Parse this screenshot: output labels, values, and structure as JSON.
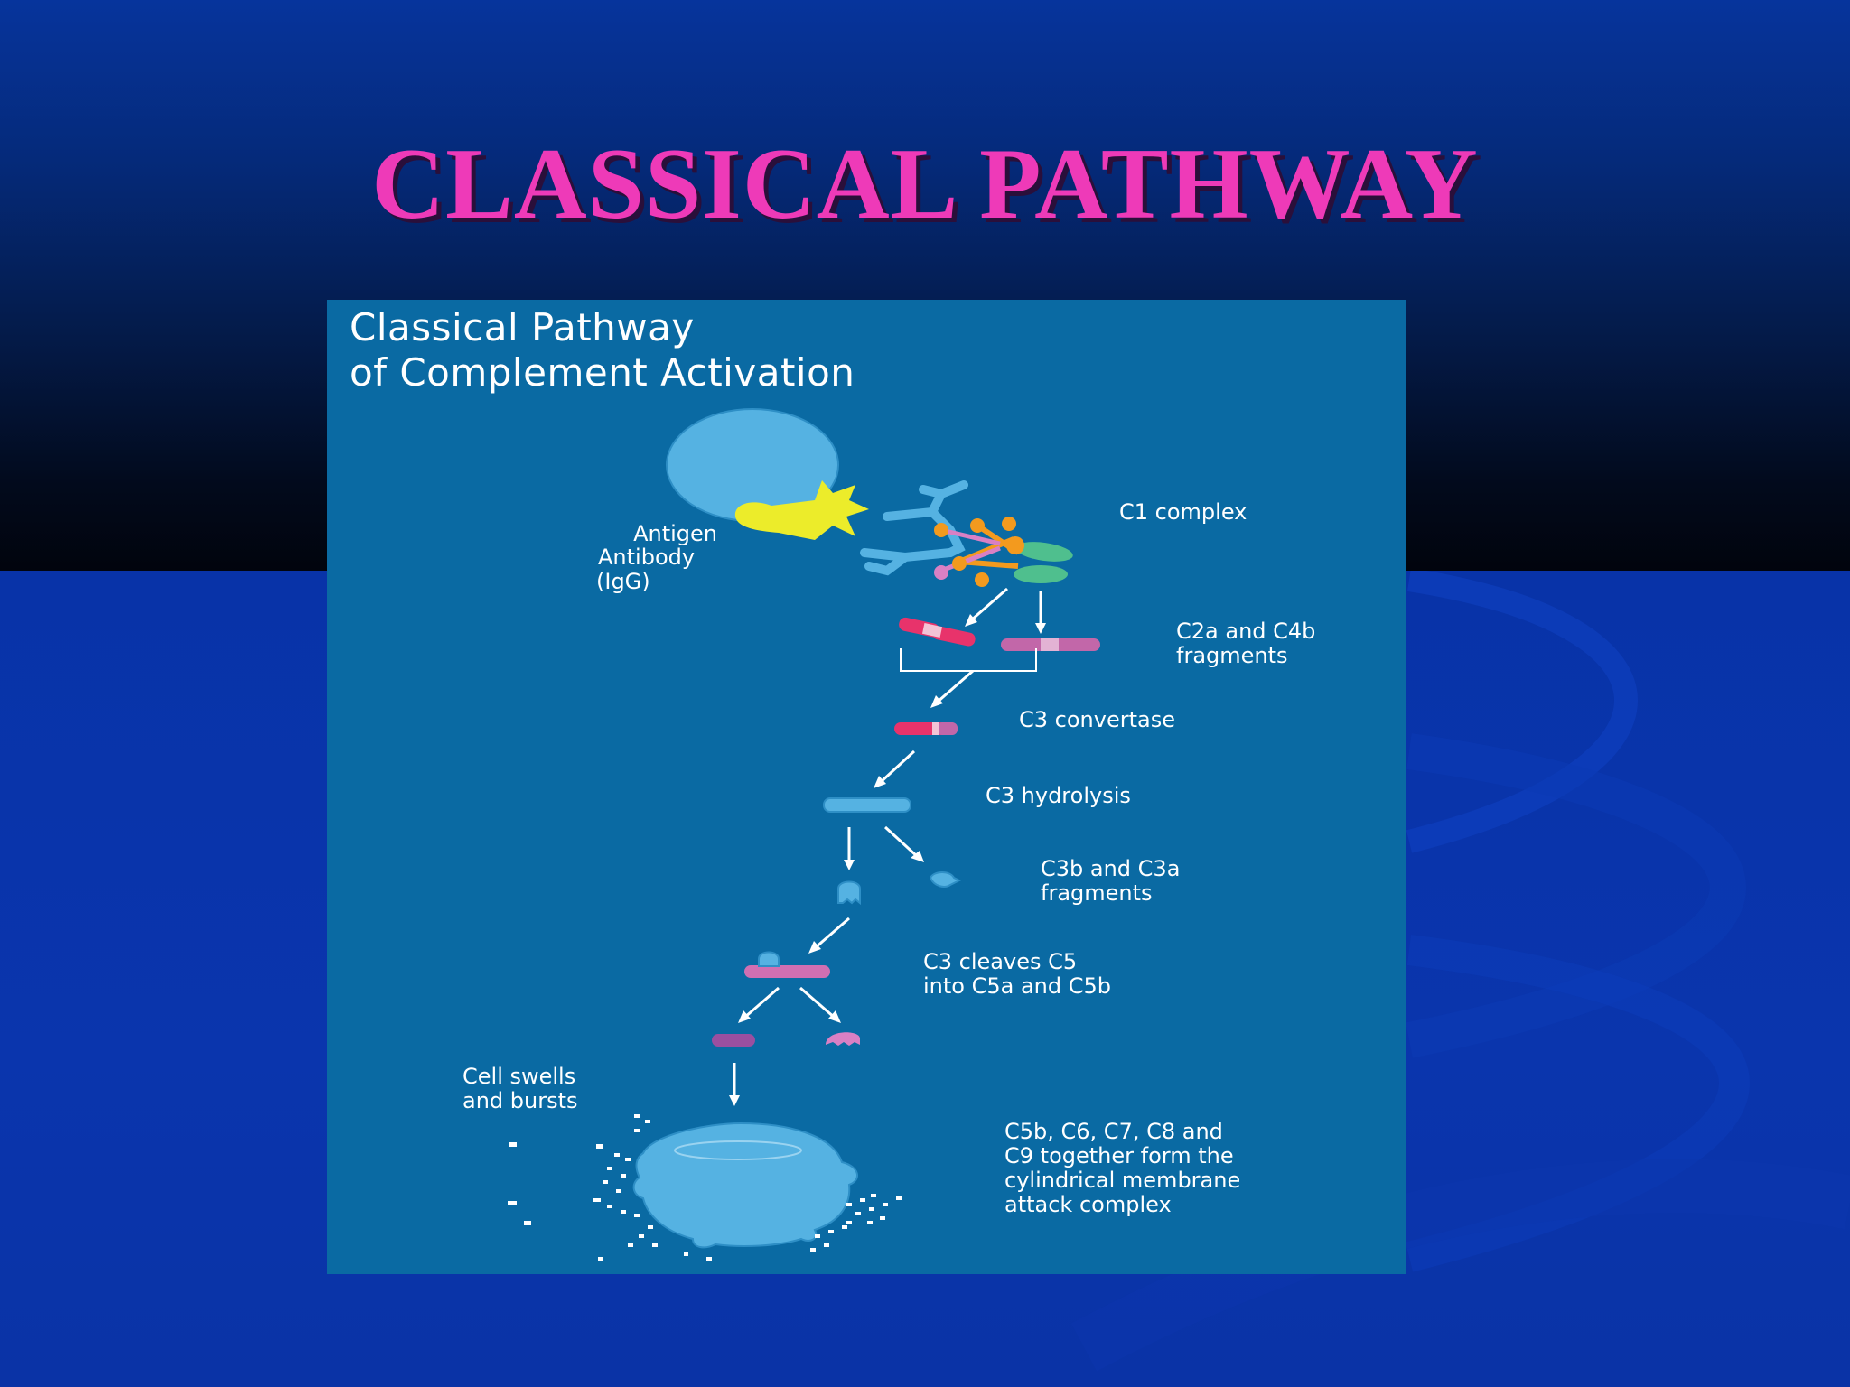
{
  "slide": {
    "title": "CLASSICAL PATHWAY",
    "colors": {
      "title": "#ee3ab8",
      "background_top": "#01040d",
      "background_bottom": "#0a35ad",
      "figure_bg": "#0a6aa3"
    }
  },
  "figure": {
    "title": "Classical Pathway\nof Complement Activation",
    "labels": {
      "antigen": "Antigen",
      "antibody": "Antibody",
      "igg": "(IgG)",
      "c1_complex": "C1 complex",
      "c2a_c4b": "C2a and C4b\nfragments",
      "c3_convertase": "C3 convertase",
      "c3_hydrolysis": "C3 hydrolysis",
      "c3b_c3a": "C3b and C3a\nfragments",
      "c3_cleaves_c5": "C3 cleaves C5\ninto C5a and C5b",
      "cell_swells": "Cell swells\nand bursts",
      "mac": "C5b, C6, C7, C8 and\nC9 together form the\ncylindrical membrane\nattack complex"
    },
    "icons": [
      "antigen-cell",
      "antibody-igg",
      "c1-complex",
      "c2a-fragment",
      "c4b-fragment",
      "c3-convertase",
      "c3-molecule",
      "c3b-fragment",
      "c3a-fragment",
      "c5-molecule",
      "c5a-fragment",
      "c5b-fragment",
      "lysed-cell",
      "arrow"
    ]
  }
}
